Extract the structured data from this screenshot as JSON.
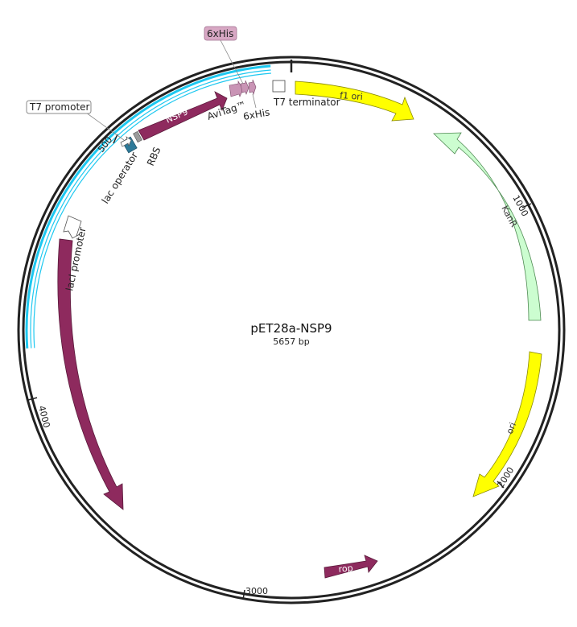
{
  "plasmid": {
    "name": "pET28a-NSP9",
    "size_label": "5657 bp"
  },
  "colors": {
    "backbone": "#222222",
    "selection": "#1ec8f0",
    "magenta_feature": "#8e2a5e",
    "pink_feature": "#c994b5",
    "yellow_feature": "#ffff00",
    "green_feature": "#ccfdd0",
    "blue_feature": "#2e7a99"
  },
  "ticks": [
    {
      "label": "500"
    },
    {
      "label": "1000"
    },
    {
      "label": "2000"
    },
    {
      "label": "3000"
    },
    {
      "label": "4000"
    }
  ],
  "features": {
    "nsp9": {
      "name": "NSP9"
    },
    "f1_ori": {
      "name": "f1 ori"
    },
    "kanr": {
      "name": "KanR"
    },
    "ori": {
      "name": "ori"
    },
    "rop": {
      "name": "rop"
    },
    "laci": {
      "name": "lacI"
    }
  },
  "labels": {
    "t7_promoter": "T7 promoter",
    "six_his_box": "6xHis",
    "avitag": "AviTag™",
    "six_his": "6xHis",
    "t7_terminator": "T7 terminator",
    "lac_operator": "lac operator",
    "rbs": "RBS",
    "laci_promoter": "lacI promoter"
  }
}
